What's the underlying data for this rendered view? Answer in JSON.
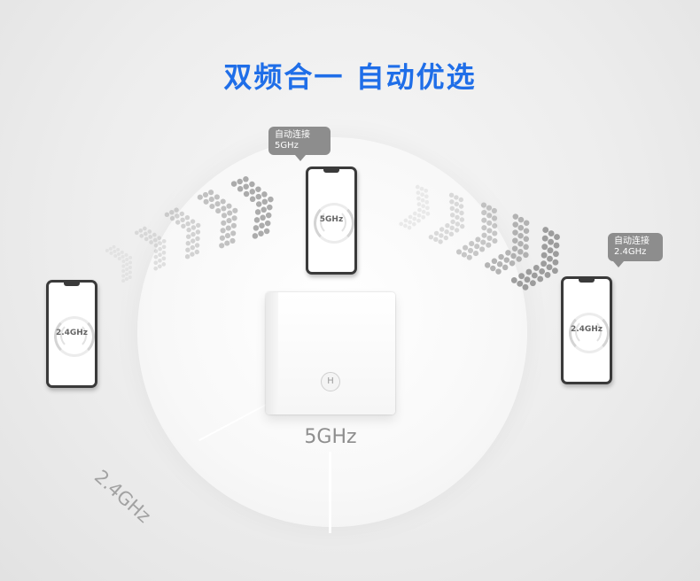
{
  "title": "双频合一  自动优选",
  "router": {
    "band_label": "5GHz",
    "logo_glyph": "H"
  },
  "band_label_2g": "2.4GHz",
  "phones": {
    "left": {
      "freq": "2.4GHz"
    },
    "center": {
      "freq": "5GHz"
    },
    "right": {
      "freq": "2.4GHz"
    }
  },
  "bubbles": {
    "center": {
      "line1": "自动连接",
      "line2": "5GHz"
    },
    "right": {
      "line1": "自动连接",
      "line2": "2.4GHz"
    }
  },
  "colors": {
    "title": "#1f6ee8",
    "bubble": "#8d8d8d",
    "phone_body": "#3a3a3a",
    "wave_dots": "#8a8a8a"
  },
  "icons": {
    "router_logo": "brand-logo-icon",
    "wave_left": "signal-wave-chevrons-icon",
    "wave_right": "signal-wave-chevrons-icon"
  }
}
